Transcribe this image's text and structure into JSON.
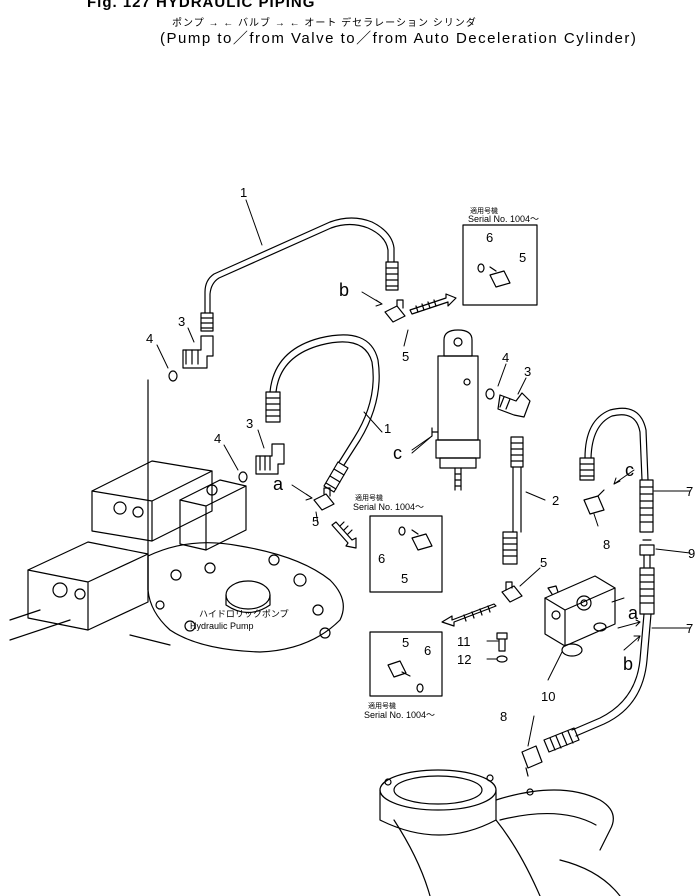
{
  "header": {
    "figure_title": "Fig. 127   HYDRAULIC PIPING",
    "japanese_subtitle": "ポンプ → ← バルブ → ← オート デセラレーション シリンダ",
    "english_subtitle": "(Pump to／from Valve to／from Auto Deceleration Cylinder)"
  },
  "callouts": {
    "c1a": "1",
    "c1b": "1",
    "c2": "2",
    "c3a": "3",
    "c3b": "3",
    "c3c": "3",
    "c4a": "4",
    "c4b": "4",
    "c4c": "4",
    "c5a": "5",
    "c5b": "5",
    "c5c": "5",
    "c5d": "5",
    "c6a": "6",
    "c6b": "6",
    "c6c": "6",
    "c7a": "7",
    "c7b": "7",
    "c8a": "8",
    "c8b": "8",
    "c9": "9",
    "c10": "10",
    "c11": "11",
    "c12": "12"
  },
  "connection_letters": {
    "a1": "a",
    "a2": "a",
    "b1": "b",
    "b2": "b",
    "c1": "c",
    "c2": "c"
  },
  "serial_boxes": {
    "jp_label": "適用号機",
    "serial": "Serial  No.  1004～"
  },
  "pump_label": {
    "jp": "ハイドロリックポンプ",
    "en": "Hydraulic  Pump"
  }
}
